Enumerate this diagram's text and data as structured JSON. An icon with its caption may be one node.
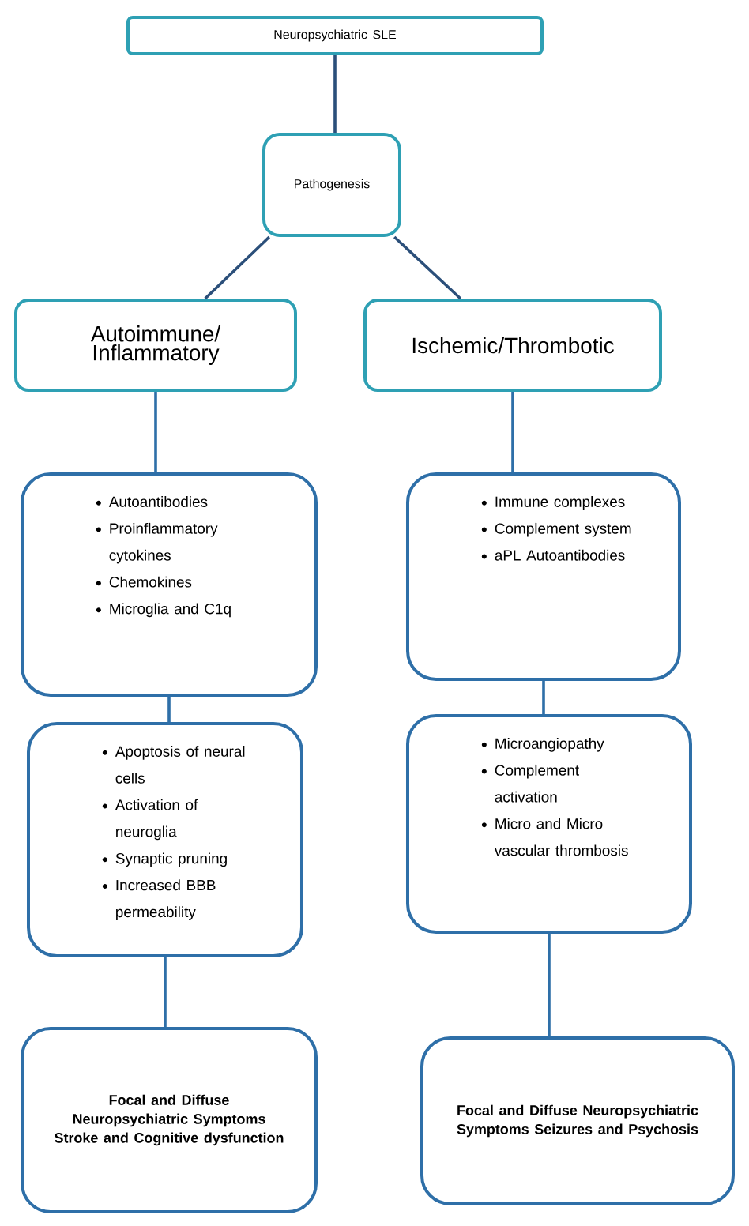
{
  "diagram": {
    "nodes": [
      {
        "text": [
          "Neuropsychiatric SLE"
        ]
      },
      {
        "text": [
          "Pathogenesis"
        ]
      },
      {
        "text": [
          "Autoimmune/ Inflammatory"
        ]
      },
      {
        "text": [
          "Ischemic/Thrombotic"
        ]
      },
      {
        "text": [
          "Autoantibodies",
          "Proinflammatory cytokines",
          "Chemokines",
          "Microglia and C1q"
        ]
      },
      {
        "text": [
          "Immune complexes",
          "Complement system",
          "aPL Autoantibodies"
        ]
      },
      {
        "text": [
          "Apoptosis of neural cells",
          "Activation of neuroglia",
          "Synaptic pruning",
          "Increased BBB permeability"
        ]
      },
      {
        "text": [
          "Microangiopathy",
          "Complement activation",
          "Micro and Micro vascular thrombosis"
        ]
      },
      {
        "text": [
          "Focal and Diffuse Neuropsychiatric Symptoms Stroke and Cognitive dysfunction"
        ]
      },
      {
        "text": [
          "Focal and Diffuse Neuropsychiatric Symptoms Seizures and Psychosis"
        ]
      }
    ],
    "edges": [
      {
        "from": 0,
        "to": 1,
        "arrow": "none",
        "color": "#2b4f7a"
      },
      {
        "from": 1,
        "to": 2,
        "arrow": "none",
        "color": "#2b4f7a"
      },
      {
        "from": 1,
        "to": 3,
        "arrow": "none",
        "color": "#2b4f7a"
      },
      {
        "from": 2,
        "to": 4,
        "arrow": "none"
      },
      {
        "from": 3,
        "to": 5,
        "arrow": "none"
      },
      {
        "from": 4,
        "to": 6,
        "arrow": "none"
      },
      {
        "from": 5,
        "to": 7,
        "arrow": "none"
      },
      {
        "from": 6,
        "to": 8,
        "arrow": "none"
      },
      {
        "from": 7,
        "to": 9,
        "arrow": "none"
      }
    ]
  }
}
